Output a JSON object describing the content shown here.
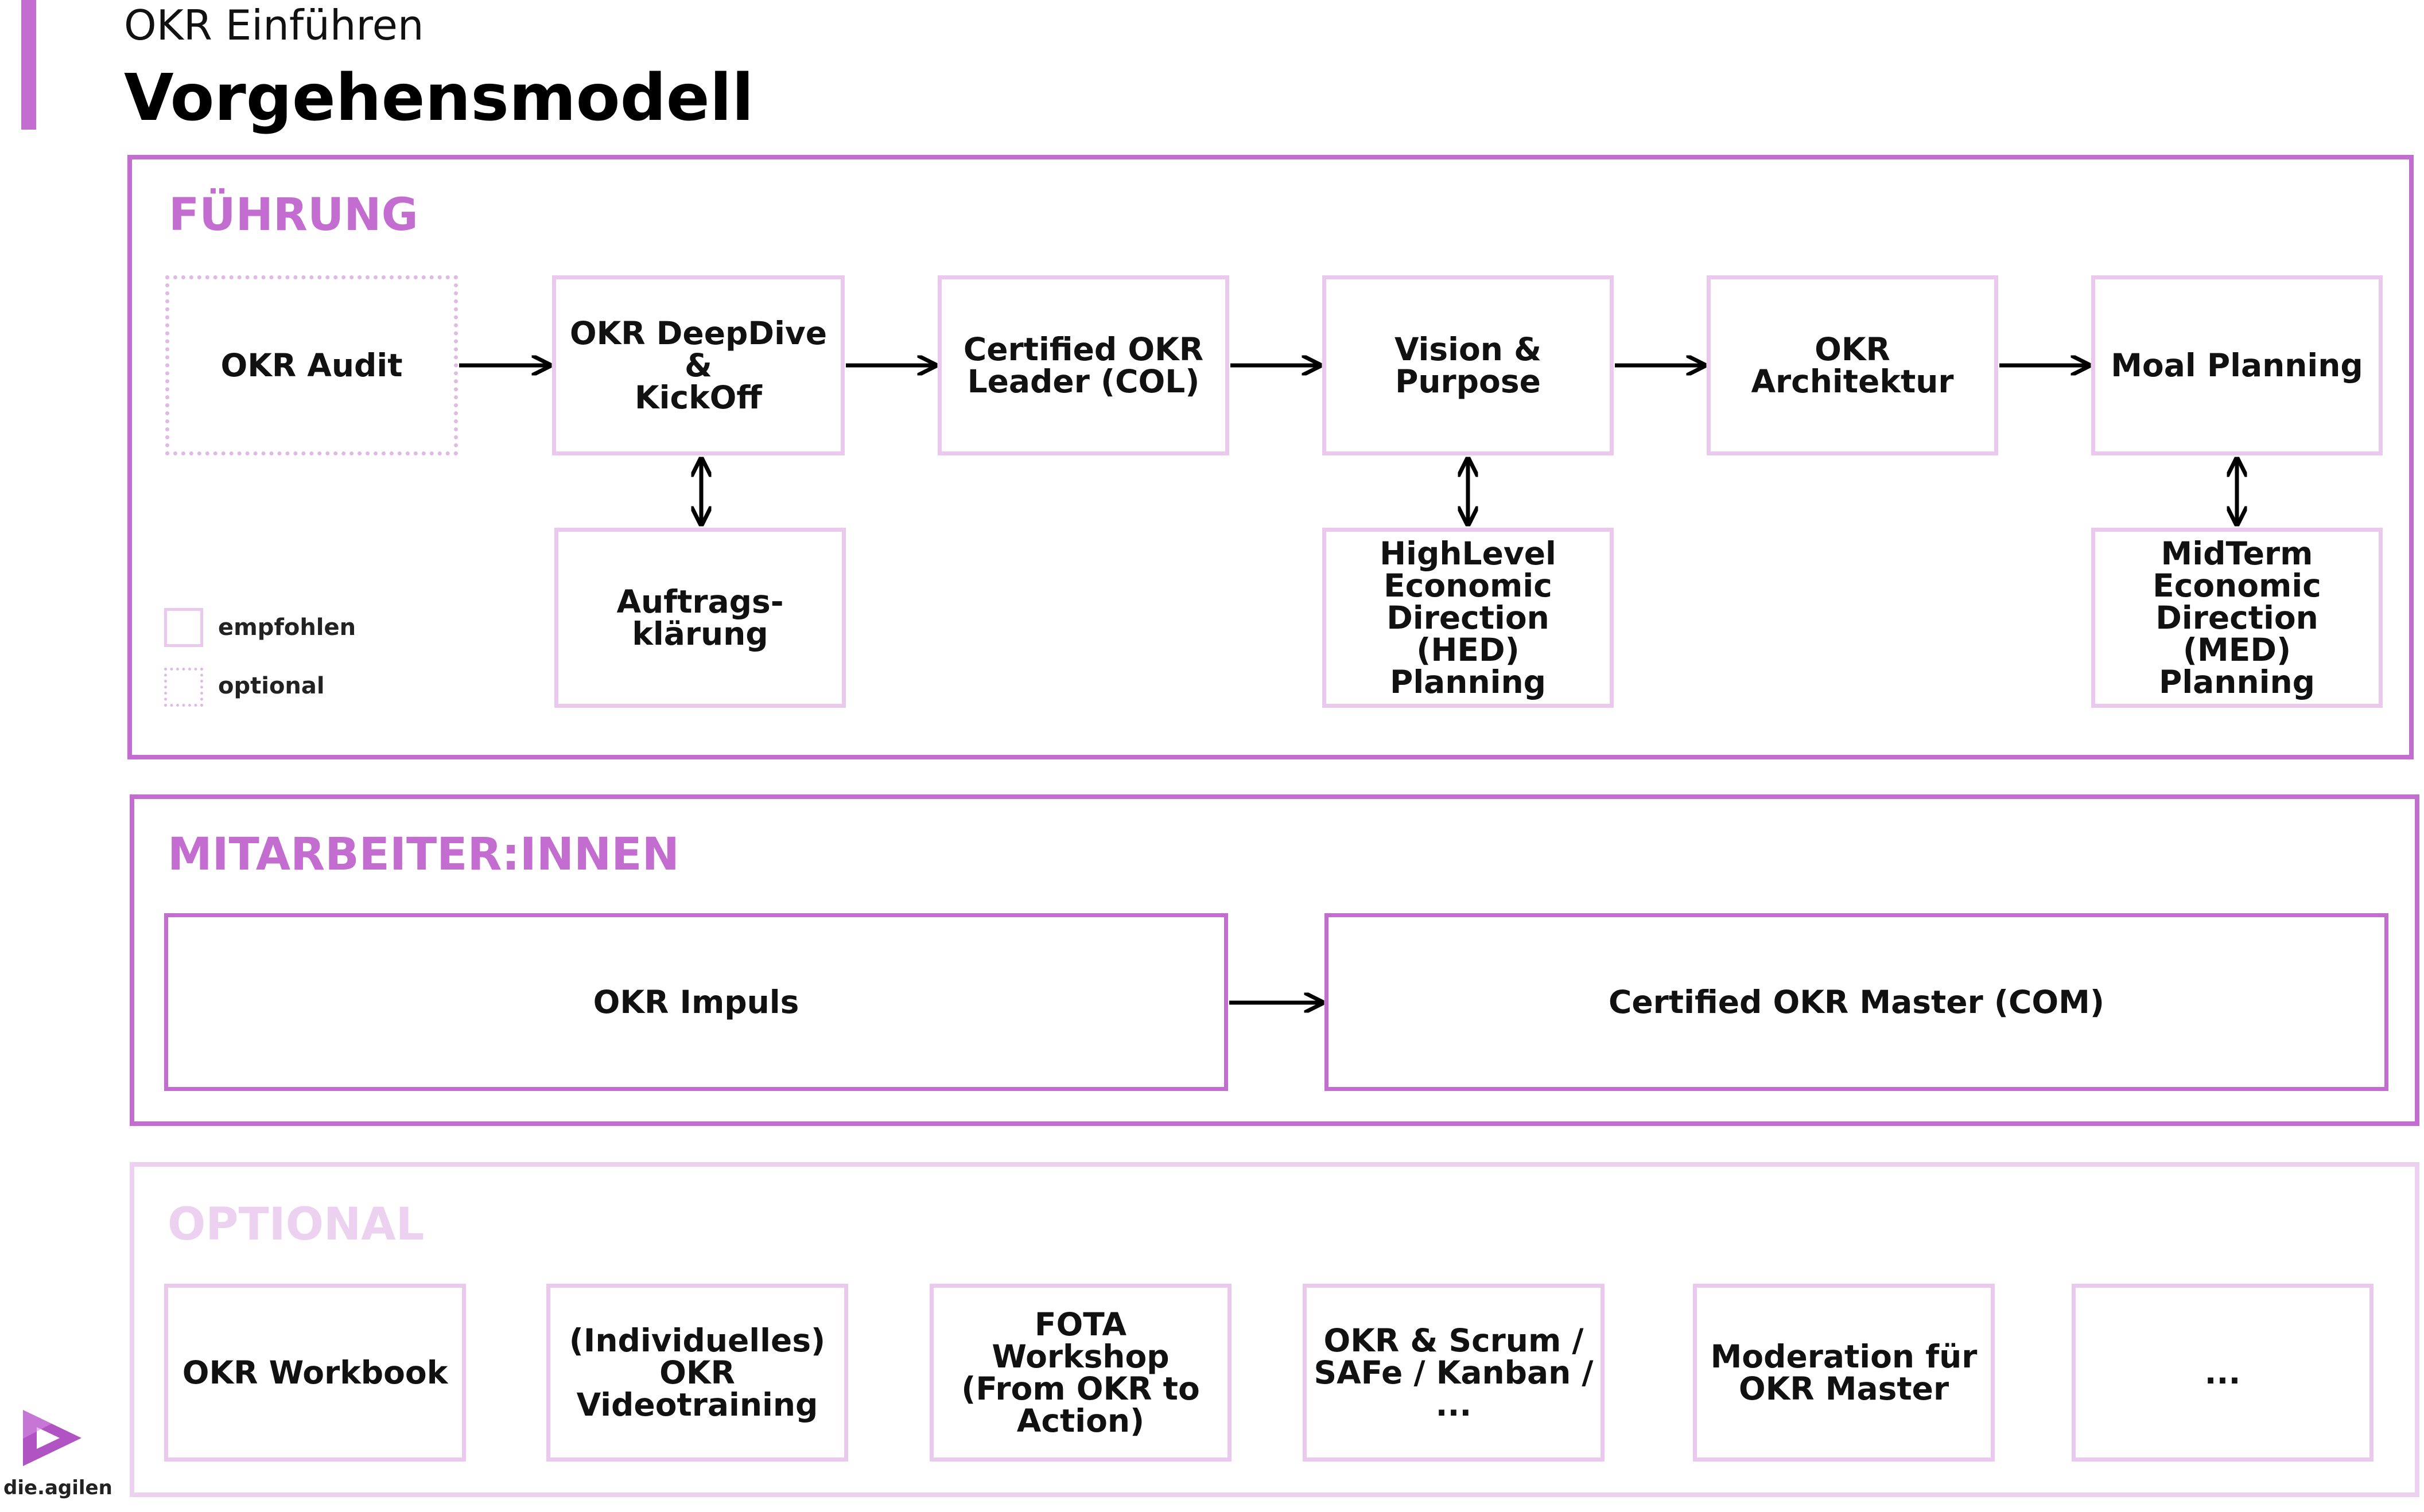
{
  "header": {
    "supertitle": "OKR Einführen",
    "title": "Vorgehensmodell"
  },
  "sections": {
    "fuehrung": {
      "label": "FÜHRUNG",
      "boxes": {
        "audit": "OKR Audit",
        "deepdive": "OKR DeepDive &\nKickOff",
        "col": "Certified OKR\nLeader (COL)",
        "vision": "Vision & Purpose",
        "architektur": "OKR Architektur",
        "moal": "Moal Planning",
        "auftrag": "Auftrags-\nklärung",
        "hed": "HighLevel\nEconomic\nDirection (HED)\nPlanning",
        "med": "MidTerm\nEconomic\nDirection (MED)\nPlanning"
      },
      "legend": {
        "recommended": "empfohlen",
        "optional": "optional"
      }
    },
    "mitarbeiter": {
      "label": "MITARBEITER:INNEN",
      "boxes": {
        "impuls": "OKR Impuls",
        "com": "Certified OKR Master (COM)"
      }
    },
    "optional": {
      "label": "OPTIONAL",
      "boxes": {
        "workbook": "OKR Workbook",
        "videotraining": "(Individuelles)\nOKR\nVideotraining",
        "fota": "FOTA Workshop\n(From OKR to\nAction)",
        "scrum": "OKR & Scrum /\nSAFe / Kanban /\n...",
        "moderation": "Moderation für\nOKR Master",
        "more": "..."
      }
    }
  },
  "logo": {
    "text": "die.agilen"
  },
  "colors": {
    "accent": "#c46dd0",
    "box_border": "#ebc8ee",
    "optional_label": "#ecd2f0"
  }
}
